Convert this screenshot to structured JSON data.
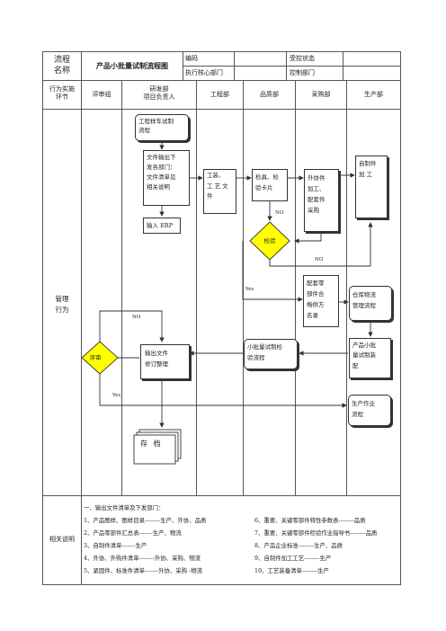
{
  "header": {
    "name_label_1": "流程",
    "name_label_2": "名称",
    "title": "产品小批量试制流程图",
    "code_label": "编码",
    "control_state_label": "受控状态",
    "exec_dept_label": "执行核心部门",
    "control_dept_label": "控制部门"
  },
  "lanes": {
    "row_label_1": "行为实施",
    "row_label_2": "环节",
    "review_group": "评审组",
    "rd_1": "研发部",
    "rd_2": "项目负责人",
    "engineering": "工程部",
    "quality": "品质部",
    "purchasing": "采购部",
    "production": "生产部"
  },
  "side": {
    "manage_1": "管理",
    "manage_2": "行为",
    "related": "相关说明"
  },
  "flow": {
    "prototype_1": "工程样车试制",
    "prototype_2": "流程",
    "doc_out_1": "文件输出下",
    "doc_out_2": "发各部门：",
    "doc_out_3": "文件清单见",
    "doc_out_4": "相关说明",
    "erp": "输入 ERP",
    "tooling_1": "工装、",
    "tooling_2": "工 艺 文",
    "tooling_3": "件",
    "gauge_1": "检具、检",
    "gauge_2": "验卡片",
    "outsource_1": "外协件",
    "outsource_2": "加工、",
    "outsource_3": "配套件",
    "outsource_4": "采购",
    "selfmade_1": "自制件",
    "selfmade_2": "加 工",
    "inspect": "检验",
    "no_1": "NO",
    "no_2": "NO",
    "no_3": "NO",
    "yes_1": "Yes",
    "yes_2": "Yes",
    "supply_1": "配套零",
    "supply_2": "部件合",
    "supply_3": "格供方",
    "supply_4": "名录",
    "warehouse_1": "仓库物流",
    "warehouse_2": "管理流程",
    "review": "评审",
    "revise_1": "输出文件",
    "revise_2": "修订整理",
    "trial_inspect_1": "小批量试制检",
    "trial_inspect_2": "验流程",
    "trial_make_1": "产品小批",
    "trial_make_2": "量试制装",
    "trial_make_3": "配",
    "archive": "存 档",
    "prod_work_1": "生产作业",
    "prod_work_2": "流程"
  },
  "notes": {
    "heading": "一、输出文件清单及下发部门：",
    "items": [
      "1、产品图样、图样目录--------生产、外协、品质",
      "2、产品零部件汇总表-------生产、物流",
      "3、自制件清单-------生产",
      "4、外协、外购件清单--------外协、采购、物流",
      "5、紧固件、标准件清单-------外协、采购 -物流",
      "6、重要、关键零部件特性参数表--------品质",
      "7、重要、关键零部件检验作业指导书--------品质",
      "8、产品企业标准--------生产、品质",
      "9、自制件加工工艺--------生产",
      "10、工艺装备清单--------生产"
    ]
  }
}
